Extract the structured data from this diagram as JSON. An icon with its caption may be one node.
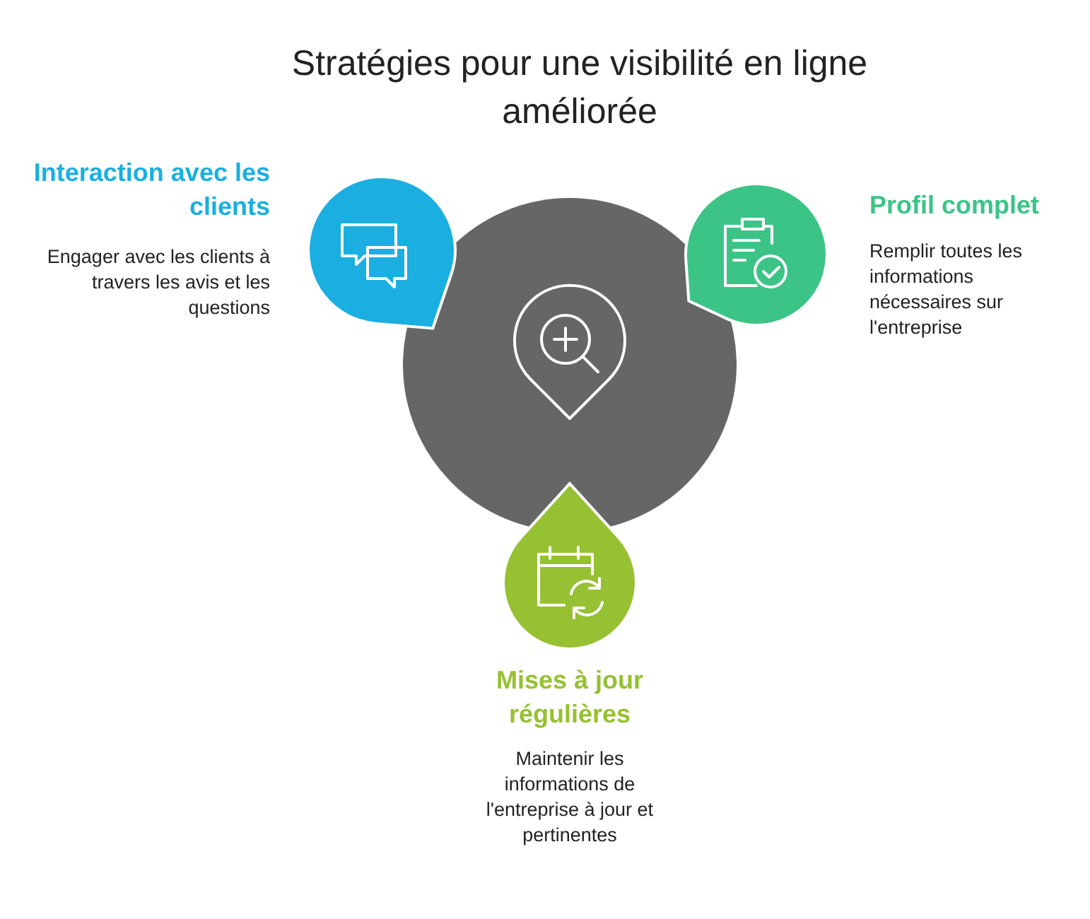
{
  "diagram": {
    "title": "Stratégies pour une visibilité en ligne améliorée",
    "nodes": [
      {
        "text": [],
        "shape": "circle"
      },
      {
        "text": [
          "Interaction avec les clients",
          "Engager avec les clients à travers les avis et les questions"
        ]
      },
      {
        "text": [
          "Profil complet",
          "Remplir toutes les informations nécessaires sur l'entreprise"
        ]
      },
      {
        "text": [
          "Mises à jour régulières",
          "Maintenir les informations de l'entreprise à jour et pertinentes"
        ]
      }
    ]
  }
}
